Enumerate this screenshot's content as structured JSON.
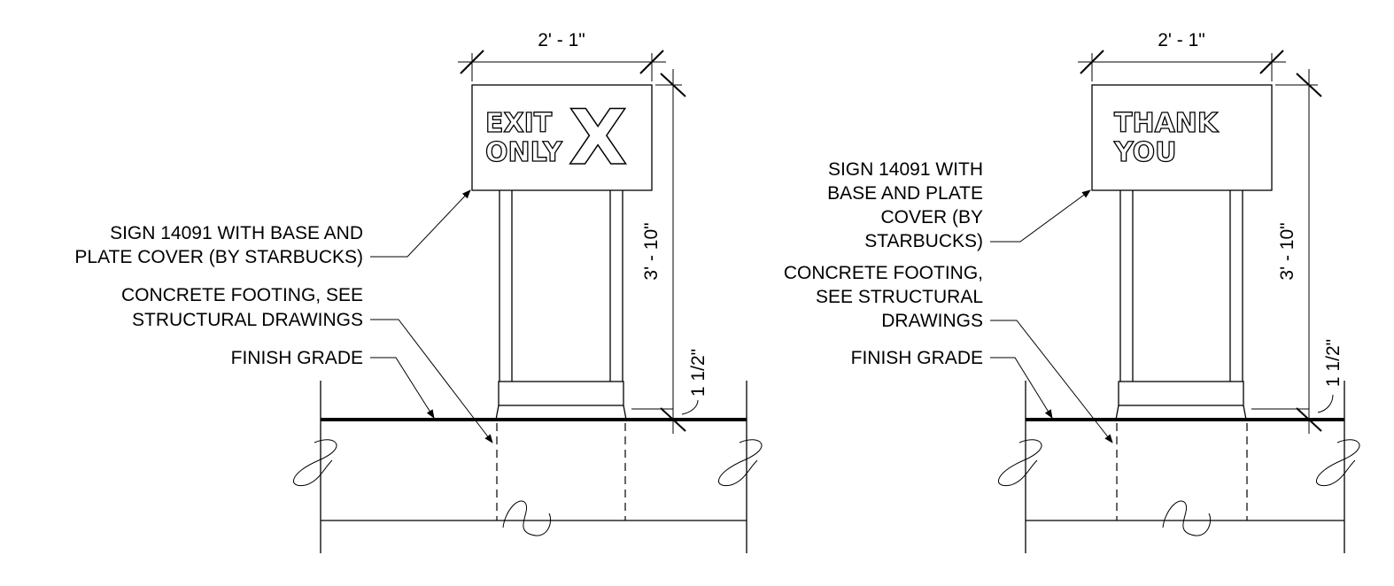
{
  "details": [
    {
      "id": "exit-only",
      "sign_text": [
        "EXIT",
        "ONLY"
      ],
      "sign_symbol": "X",
      "dim_width": "2' - 1\"",
      "dim_height": "3' - 10\"",
      "dim_offset": "1 1/2\"",
      "callouts": {
        "sign": [
          "SIGN 14091 WITH BASE AND",
          "PLATE COVER (BY STARBUCKS)"
        ],
        "footing": [
          "CONCRETE FOOTING, SEE",
          "STRUCTURAL DRAWINGS"
        ],
        "grade": [
          "FINISH GRADE"
        ]
      }
    },
    {
      "id": "thank-you",
      "sign_text": [
        "THANK",
        "YOU"
      ],
      "sign_symbol": "",
      "dim_width": "2' - 1\"",
      "dim_height": "3' - 10\"",
      "dim_offset": "1 1/2\"",
      "callouts": {
        "sign": [
          "SIGN 14091 WITH",
          "BASE AND PLATE",
          "COVER (BY",
          "STARBUCKS)"
        ],
        "footing": [
          "CONCRETE FOOTING,",
          "SEE STRUCTURAL",
          "DRAWINGS"
        ],
        "grade": [
          "FINISH GRADE"
        ]
      }
    }
  ]
}
